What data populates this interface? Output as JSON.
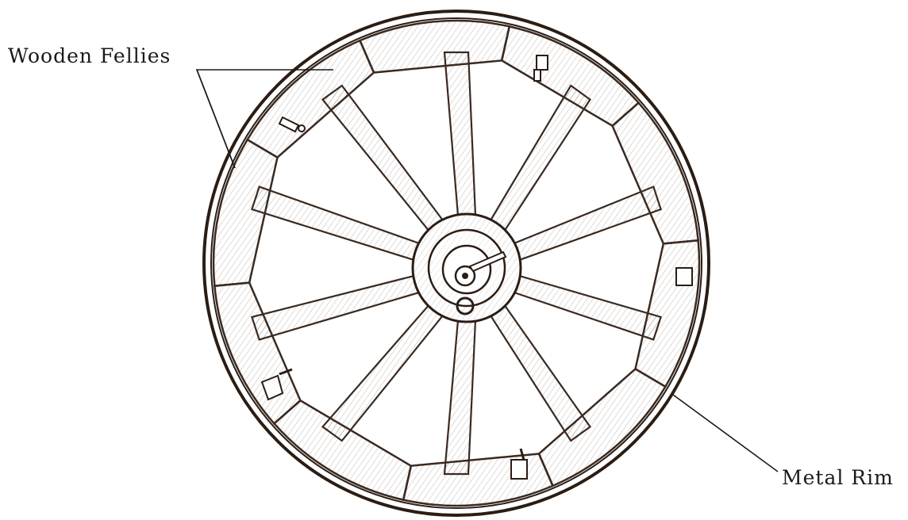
{
  "labels": {
    "wooden_fellies": "Wooden Fellies",
    "metal_rim": "Metal Rim"
  },
  "wheel": {
    "spoke_count": 10,
    "felly_segment_count": 10,
    "ink_color": "#3a2a20"
  }
}
